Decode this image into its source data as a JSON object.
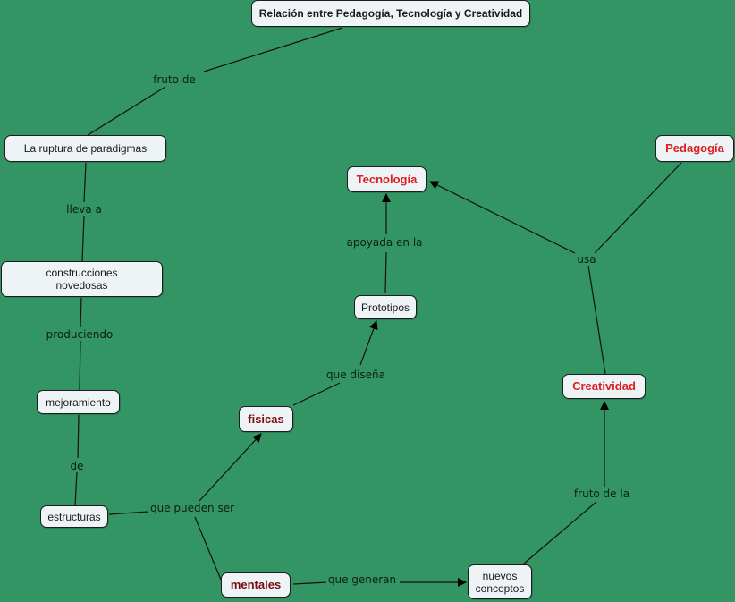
{
  "diagram": {
    "title": "Relación entre Pedagogía, Tecnología y Creatividad",
    "concepts": {
      "title": "Relación entre Pedagogía, Tecnología y Creatividad",
      "ruptura": "La ruptura de paradigmas",
      "construcciones": "construcciones novedosas",
      "mejoramiento": "mejoramiento",
      "estructuras": "estructuras",
      "fisicas": "fisicas",
      "mentales": "mentales",
      "prototipos": "Prototipos",
      "tecnologia": "Tecnología",
      "pedagogia": "Pedagogía",
      "creatividad": "Creatividad",
      "nuevos_conceptos": "nuevos conceptos"
    },
    "linking_phrases": {
      "fruto_de": "fruto de",
      "lleva_a": "lleva a",
      "produciendo": "produciendo",
      "de": "de",
      "que_pueden_ser": "que pueden ser",
      "que_disena": "que diseña",
      "apoyada_en_la": "apoyada en la",
      "usa": "usa",
      "que_generan": "que generan",
      "fruto_de_la": "fruto de la"
    },
    "relations": [
      {
        "from": "title",
        "via": "fruto_de",
        "to": "ruptura"
      },
      {
        "from": "ruptura",
        "via": "lleva_a",
        "to": "construcciones"
      },
      {
        "from": "construcciones",
        "via": "produciendo",
        "to": "mejoramiento"
      },
      {
        "from": "mejoramiento",
        "via": "de",
        "to": "estructuras"
      },
      {
        "from": "estructuras",
        "via": "que_pueden_ser",
        "to": "fisicas"
      },
      {
        "from": "estructuras",
        "via": "que_pueden_ser",
        "to": "mentales"
      },
      {
        "from": "fisicas",
        "via": "que_disena",
        "to": "prototipos"
      },
      {
        "from": "prototipos",
        "via": "apoyada_en_la",
        "to": "tecnologia"
      },
      {
        "from": "pedagogia",
        "via": "usa",
        "to": "tecnologia"
      },
      {
        "from": "pedagogia",
        "via": "usa",
        "to": "creatividad"
      },
      {
        "from": "mentales",
        "via": "que_generan",
        "to": "nuevos_conceptos"
      },
      {
        "from": "nuevos_conceptos",
        "via": "fruto_de_la",
        "to": "creatividad"
      }
    ],
    "colors": {
      "background": "#339563",
      "node_fill": "#eef3f5",
      "key_concept_text": "#dd1d22",
      "secondary_concept_text": "#7a0d10",
      "line": "#111111"
    }
  }
}
